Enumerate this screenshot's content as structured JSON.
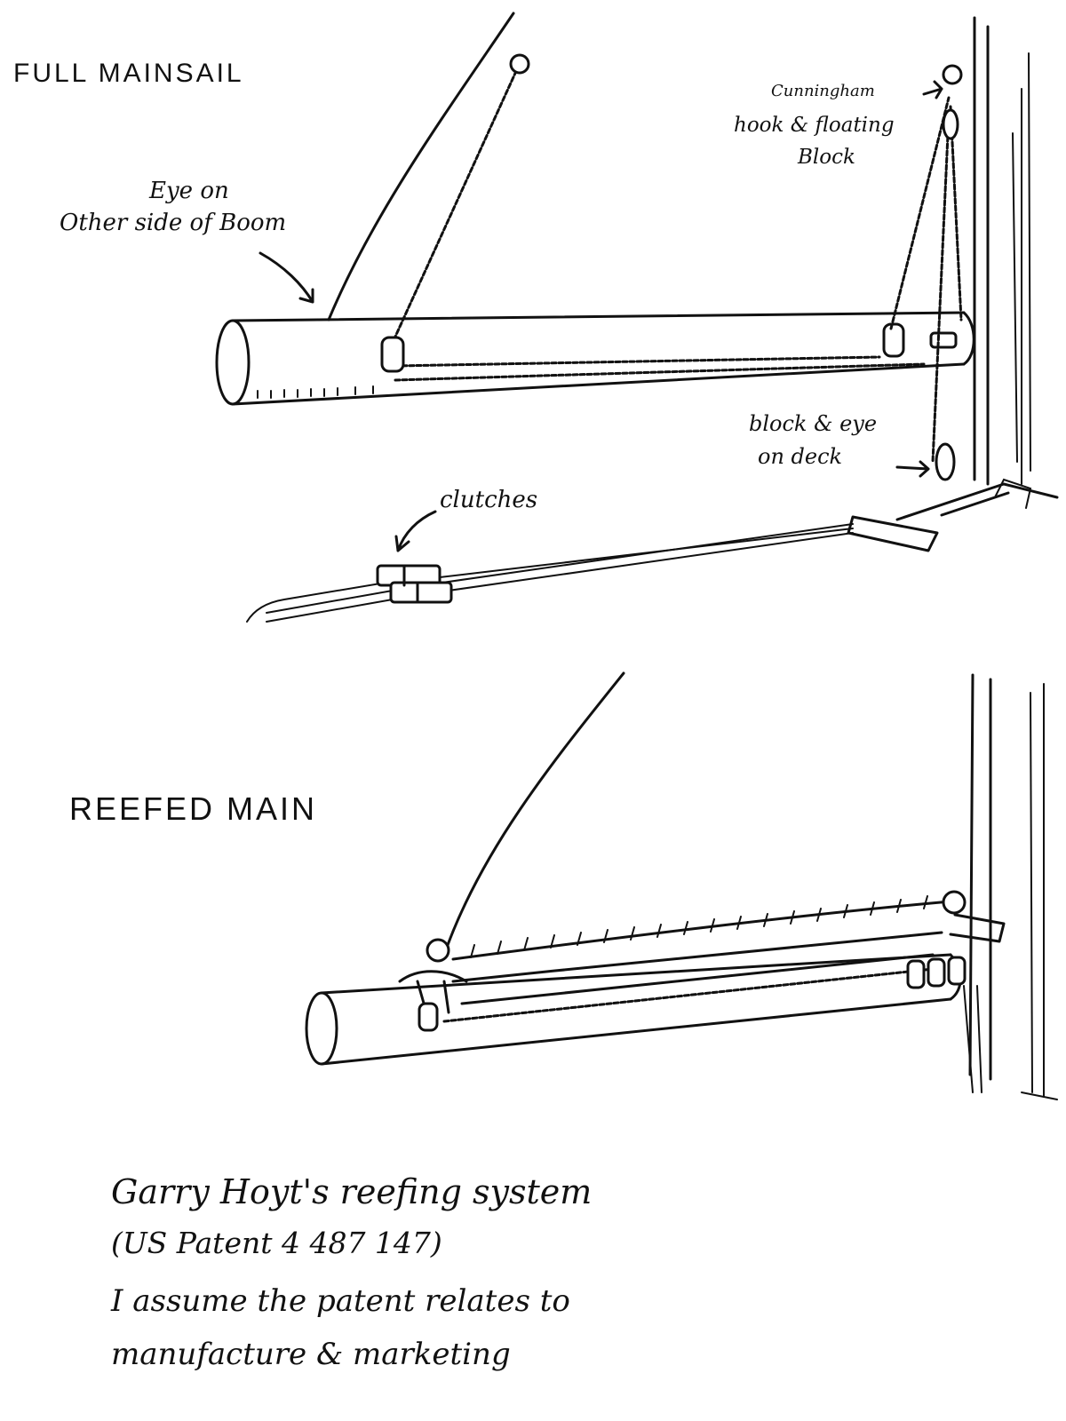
{
  "full_title": "FULL MAINSAIL",
  "reefed_title": "REEFED MAIN",
  "labels": {
    "eye_line1": "Eye on",
    "eye_line2": "Other side of Boom",
    "cunningham_line1": "Cunningham",
    "cunningham_line2": "hook & floating",
    "cunningham_line3": "Block",
    "block_line1": "block & eye",
    "block_line2": "on deck",
    "clutches": "clutches"
  },
  "caption": {
    "line1": "Garry Hoyt's reefing system",
    "line2": "(US Patent 4 487 147)",
    "line3": "I assume the patent relates to",
    "line4": "manufacture & marketing"
  },
  "ink_color": "#111111"
}
